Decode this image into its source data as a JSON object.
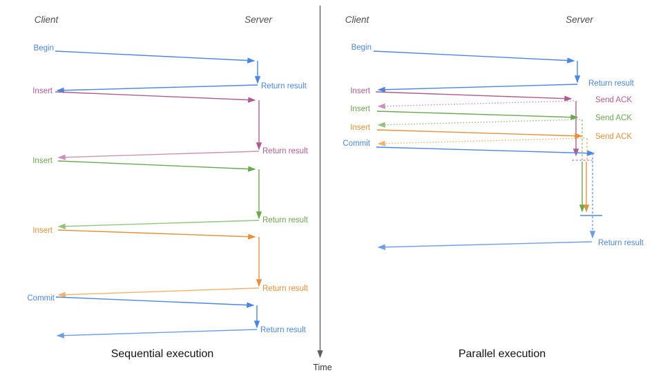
{
  "palette": {
    "blue": "#4a86e8",
    "blue_light": "#6d9eeb",
    "pink": "#b05c8f",
    "pink_light": "#cc93b7",
    "green": "#6aa84f",
    "green_light": "#93c47d",
    "orange": "#e69138",
    "orange_light": "#f6b26b",
    "axis": "#5f5f5f",
    "lifeline_text": "#4d4d4d",
    "title_text": "#111111"
  },
  "time_axis": {
    "label": "Time"
  },
  "sequential": {
    "title": "Sequential execution",
    "client": "Client",
    "server": "Server",
    "messages": [
      {
        "request": "Begin",
        "response": "Return result",
        "color": "blue"
      },
      {
        "request": "Insert",
        "response": "Return result",
        "color": "pink"
      },
      {
        "request": "Insert",
        "response": "Return result",
        "color": "green"
      },
      {
        "request": "Insert",
        "response": "Return result",
        "color": "orange"
      },
      {
        "request": "Commit",
        "response": "Return result",
        "color": "blue"
      }
    ]
  },
  "parallel": {
    "title": "Parallel execution",
    "client": "Client",
    "server": "Server",
    "messages": [
      {
        "request": "Begin",
        "response": "Return result",
        "color": "blue"
      },
      {
        "request": "Insert",
        "response": "Send ACK",
        "color": "pink"
      },
      {
        "request": "Insert",
        "response": "Send ACK",
        "color": "green"
      },
      {
        "request": "Insert",
        "response": "Send ACK",
        "color": "orange"
      },
      {
        "request": "Commit",
        "response": "Return result",
        "color": "blue"
      }
    ]
  }
}
